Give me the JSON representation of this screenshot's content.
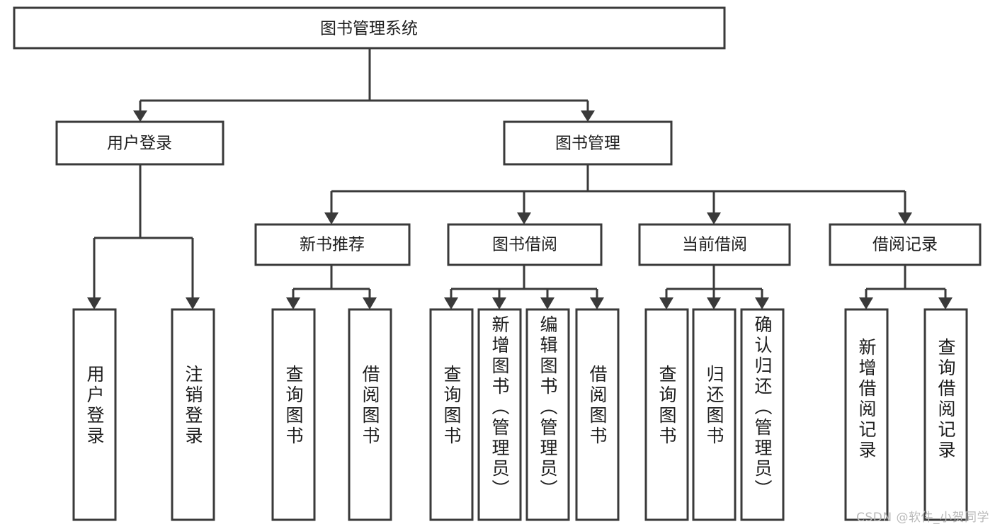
{
  "diagram": {
    "title": "图书管理系统",
    "type": "tree-hierarchy",
    "watermark": "CSDN @软件_小贺同学",
    "root": {
      "id": "root",
      "label": "图书管理系统"
    },
    "level2": [
      {
        "id": "user-login",
        "label": "用户登录"
      },
      {
        "id": "book-management",
        "label": "图书管理"
      }
    ],
    "level3": [
      {
        "id": "new-book-recommend",
        "label": "新书推荐",
        "parent": "book-management"
      },
      {
        "id": "book-borrow",
        "label": "图书借阅",
        "parent": "book-management"
      },
      {
        "id": "current-borrow",
        "label": "当前借阅",
        "parent": "book-management"
      },
      {
        "id": "borrow-record",
        "label": "借阅记录",
        "parent": "book-management"
      }
    ],
    "leaves": {
      "user-login": [
        {
          "id": "leaf-user-login",
          "label": "用户登录"
        },
        {
          "id": "leaf-logout-login",
          "label": "注销登录"
        }
      ],
      "new-book-recommend": [
        {
          "id": "leaf-query-book-1",
          "label": "查询图书"
        },
        {
          "id": "leaf-borrow-book-1",
          "label": "借阅图书"
        }
      ],
      "book-borrow": [
        {
          "id": "leaf-query-book-2",
          "label": "查询图书"
        },
        {
          "id": "leaf-add-book-admin",
          "label": "新增图书（管理员）"
        },
        {
          "id": "leaf-edit-book-admin",
          "label": "编辑图书（管理员）"
        },
        {
          "id": "leaf-borrow-book-2",
          "label": "借阅图书"
        }
      ],
      "current-borrow": [
        {
          "id": "leaf-query-book-3",
          "label": "查询图书"
        },
        {
          "id": "leaf-return-book",
          "label": "归还图书"
        },
        {
          "id": "leaf-confirm-return-admin",
          "label": "确认归还（管理员）"
        }
      ],
      "borrow-record": [
        {
          "id": "leaf-add-borrow-record",
          "label": "新增借阅记录"
        },
        {
          "id": "leaf-query-borrow-record",
          "label": "查询借阅记录"
        }
      ]
    },
    "colors": {
      "stroke": "#3a3a3a",
      "fill": "#ffffff",
      "text": "#1d1d1d",
      "watermark": "#b9b9b9"
    }
  }
}
